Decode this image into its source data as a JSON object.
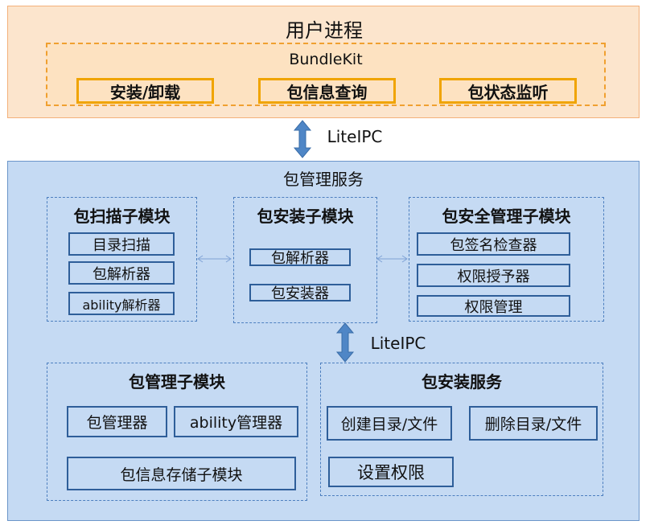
{
  "user_process": {
    "title": "用户进程",
    "bundlekit": {
      "title": "BundleKit",
      "buttons": [
        "安装/卸载",
        "包信息查询",
        "包状态监听"
      ]
    }
  },
  "ipc_top": "LiteIPC",
  "ipc_mid": "LiteIPC",
  "bms": {
    "title": "包管理服务",
    "scan_module": {
      "title": "包扫描子模块",
      "items": [
        "目录扫描",
        "包解析器",
        "ability解析器"
      ]
    },
    "install_module": {
      "title": "包安装子模块",
      "items": [
        "包解析器",
        "包安装器"
      ]
    },
    "security_module": {
      "title": "包安全管理子模块",
      "items": [
        "包签名检查器",
        "权限授予器",
        "权限管理"
      ]
    },
    "manager_module": {
      "title": "包管理子模块",
      "items": [
        "包管理器",
        "ability管理器",
        "包信息存储子模块"
      ]
    },
    "install_service": {
      "title": "包安装服务",
      "items": [
        "创建目录/文件",
        "删除目录/文件",
        "设置权限"
      ]
    }
  },
  "colors": {
    "user_process_fill": "#fce5cd",
    "bundlekit_border": "#f0a030",
    "service_fill": "#c5daf3",
    "item_border": "#2e5e99",
    "arrow_fill": "#4f86c6"
  }
}
